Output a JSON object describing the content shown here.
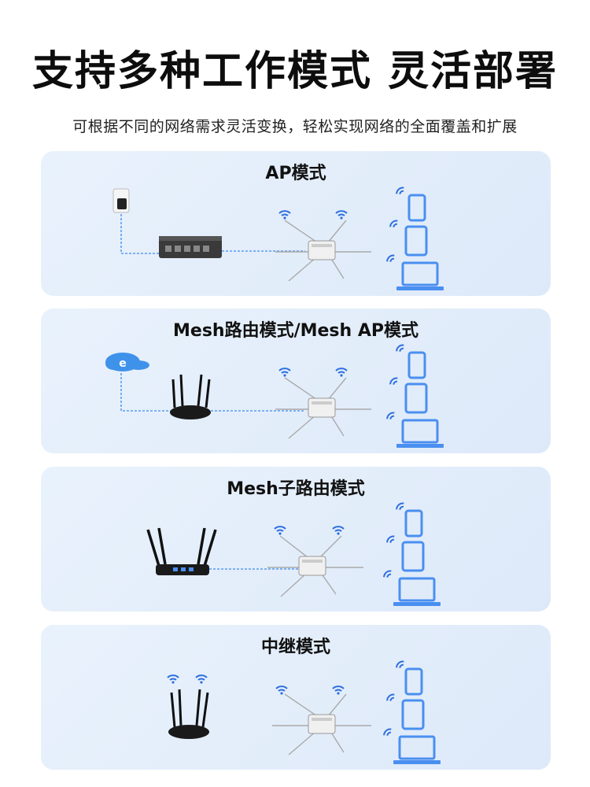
{
  "page": {
    "headline": "支持多种工作模式 灵活部署",
    "subline": "可根据不同的网络需求灵活变换，轻松实现网络的全面覆盖和扩展"
  },
  "modes": [
    {
      "title": "AP模式",
      "source_device": "poe-switch-icon",
      "upstream": "camera-icon"
    },
    {
      "title": "Mesh路由模式/Mesh AP模式",
      "source_device": "router-icon",
      "upstream": "internet-cloud-icon"
    },
    {
      "title": "Mesh子路由模式",
      "source_device": "router-icon",
      "upstream": ""
    },
    {
      "title": "中继模式",
      "source_device": "router-icon",
      "upstream": "wifi-icon"
    }
  ],
  "clients": [
    "phone-icon",
    "tablet-icon",
    "laptop-icon"
  ],
  "colors": {
    "card_bg": "#e2edfa",
    "device_blue": "#4a8ff0",
    "wifi_blue": "#2e6fe0",
    "cable_blue": "#5a9bf0",
    "cloud_blue": "#3f92ea"
  }
}
